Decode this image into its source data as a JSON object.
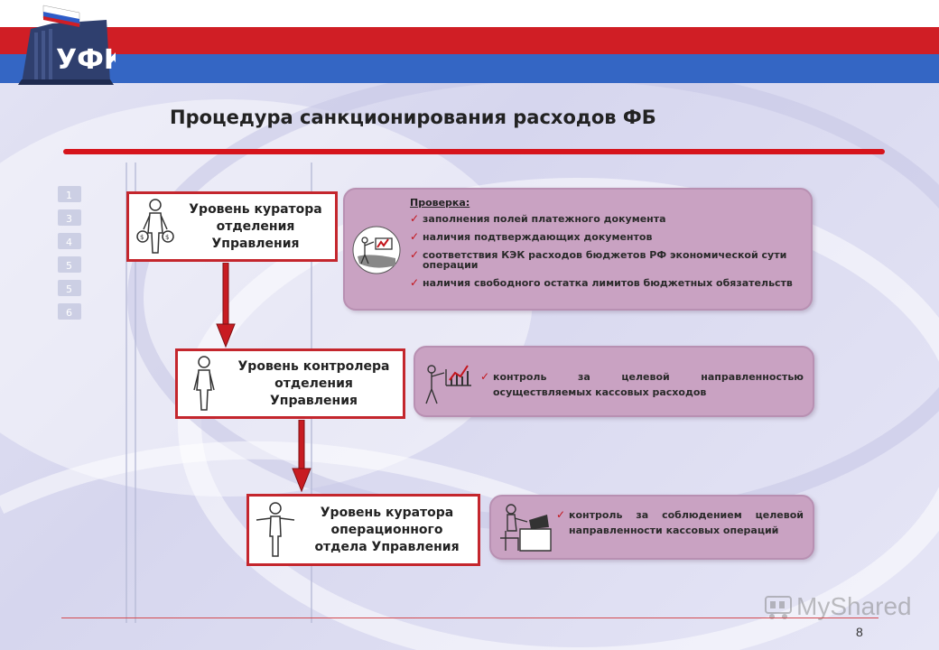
{
  "logo": {
    "text": "УФК"
  },
  "title": "Процедура санкционирования расходов ФБ",
  "levels": [
    {
      "label": "Уровень куратора\nотделения\nУправления",
      "icon": "person-with-money-bags-icon"
    },
    {
      "label": "Уровень контролера\nотделения\nУправления",
      "icon": "person-icon"
    },
    {
      "label": "Уровень куратора\nоперационного\nотдела Управления",
      "icon": "person-arms-out-icon"
    }
  ],
  "panel1": {
    "heading": "Проверка:",
    "items": [
      "заполнения полей платежного документа",
      "наличия подтверждающих документов",
      "соответствия КЭК расходов бюджетов РФ экономической сути операции",
      "наличия свободного остатка лимитов бюджетных обязательств"
    ],
    "icon": "presenter-chart-icon"
  },
  "panel2": {
    "items": [
      "контроль за целевой направленностью осуществляемых кассовых расходов"
    ],
    "icon": "presenter-chart-icon"
  },
  "panel3": {
    "items": [
      "контроль за соблюдением целевой направленности кассовых операций"
    ],
    "icon": "person-at-computer-icon"
  },
  "watermark": "MyShared",
  "page_number": "8",
  "colors": {
    "red": "#d01e25",
    "blue": "#3466c4",
    "panel": "#c9a2c2",
    "arrow": "#c81c22"
  }
}
